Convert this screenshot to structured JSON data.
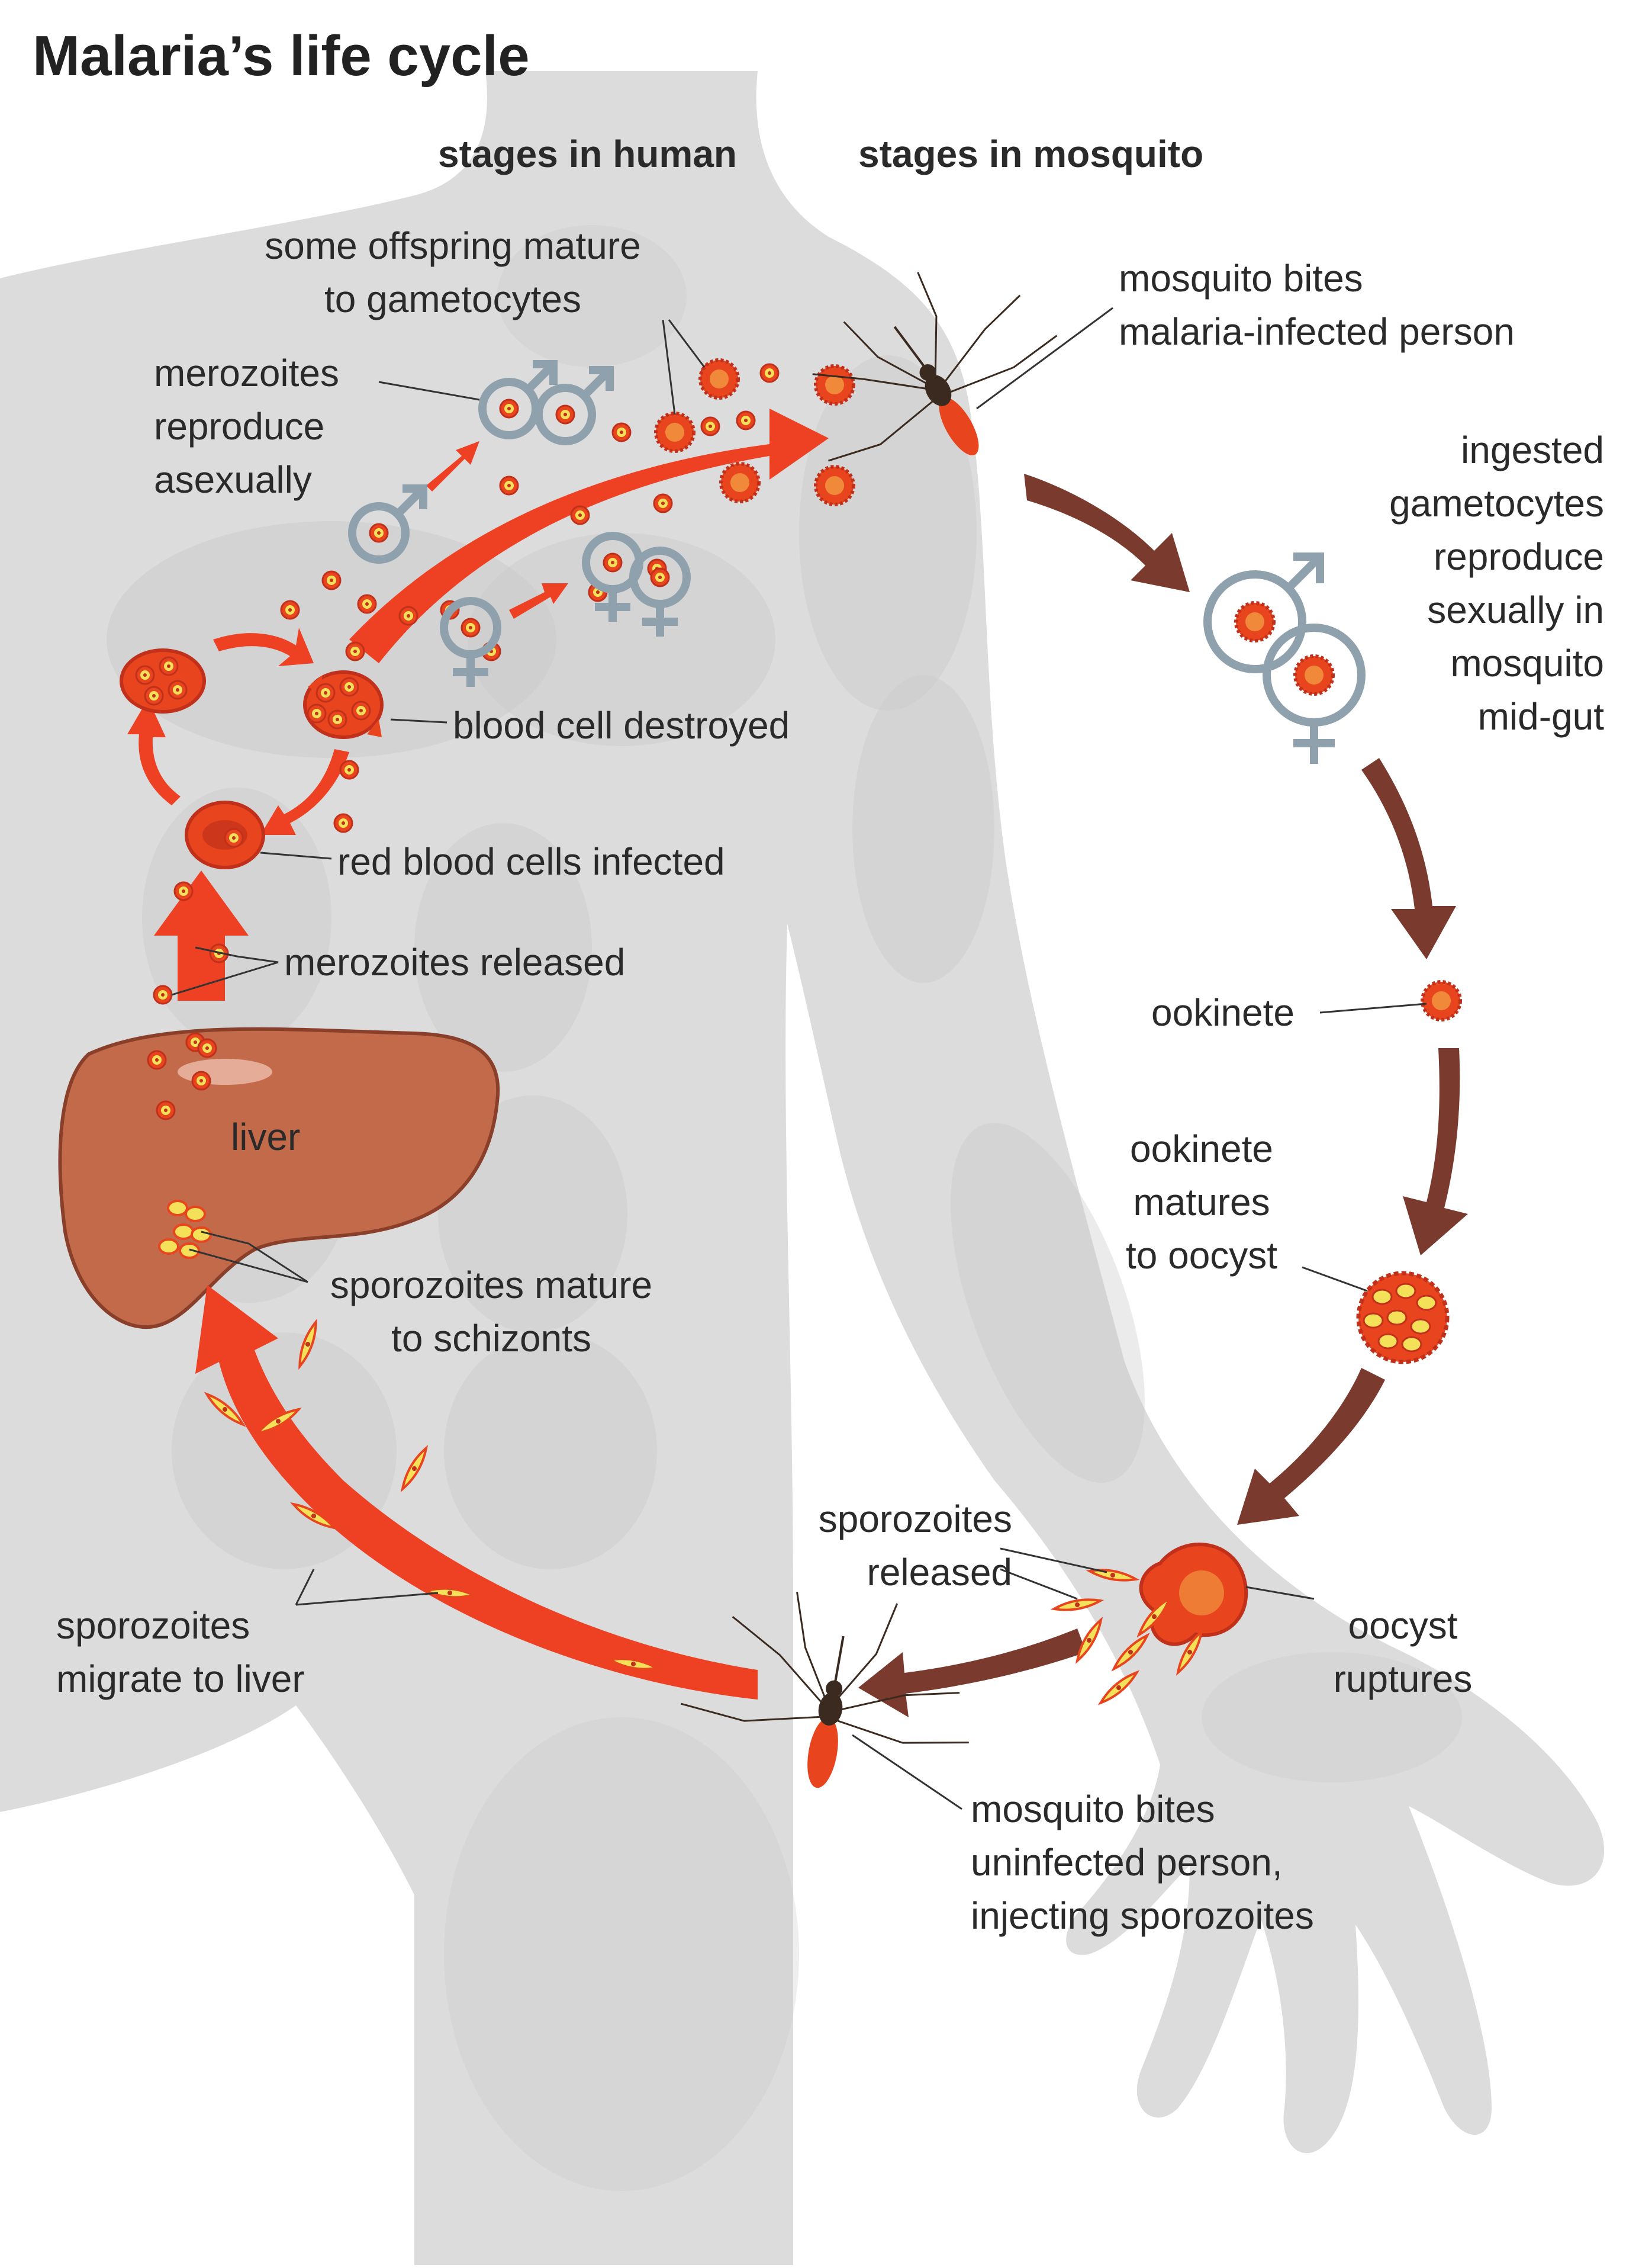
{
  "title": "Malaria’s life cycle",
  "headers": {
    "human": "stages in human",
    "mosquito": "stages in mosquito"
  },
  "labels": {
    "some_offspring": "some offspring mature\nto gametocytes",
    "merozoites_reproduce": "merozoites\nreproduce\nasexually",
    "blood_cell_destroyed": "blood cell destroyed",
    "red_blood_cells_infected": "red blood cells infected",
    "merozoites_released": "merozoites released",
    "liver": "liver",
    "sporozoites_mature": "sporozoites mature\nto schizonts",
    "sporozoites_migrate": "sporozoites\nmigrate to liver",
    "mosquito_bites_infected": "mosquito bites\nmalaria-infected person",
    "ingested_gametocytes": "ingested\ngametocytes\nreproduce\nsexually in\nmosquito\nmid-gut",
    "ookinete": "ookinete",
    "ookinete_matures": "ookinete\nmatures\nto oocyst",
    "sporozoites_released": "sporozoites\nreleased",
    "oocyst_ruptures": "oocyst\nruptures",
    "mosquito_bites_uninfected": "mosquito bites\nuninfected person,\ninjecting sporozoites"
  },
  "colors": {
    "body": "#dcdcdc",
    "body_shadow": "#c9c9c9",
    "human_arrow": "#ee4023",
    "mosquito_arrow": "#7b3a2e",
    "cell": "#e8451f",
    "parasite": "#f5e05a",
    "gender_symbol": "#8fa1ad",
    "liver": "#c26a4a"
  }
}
